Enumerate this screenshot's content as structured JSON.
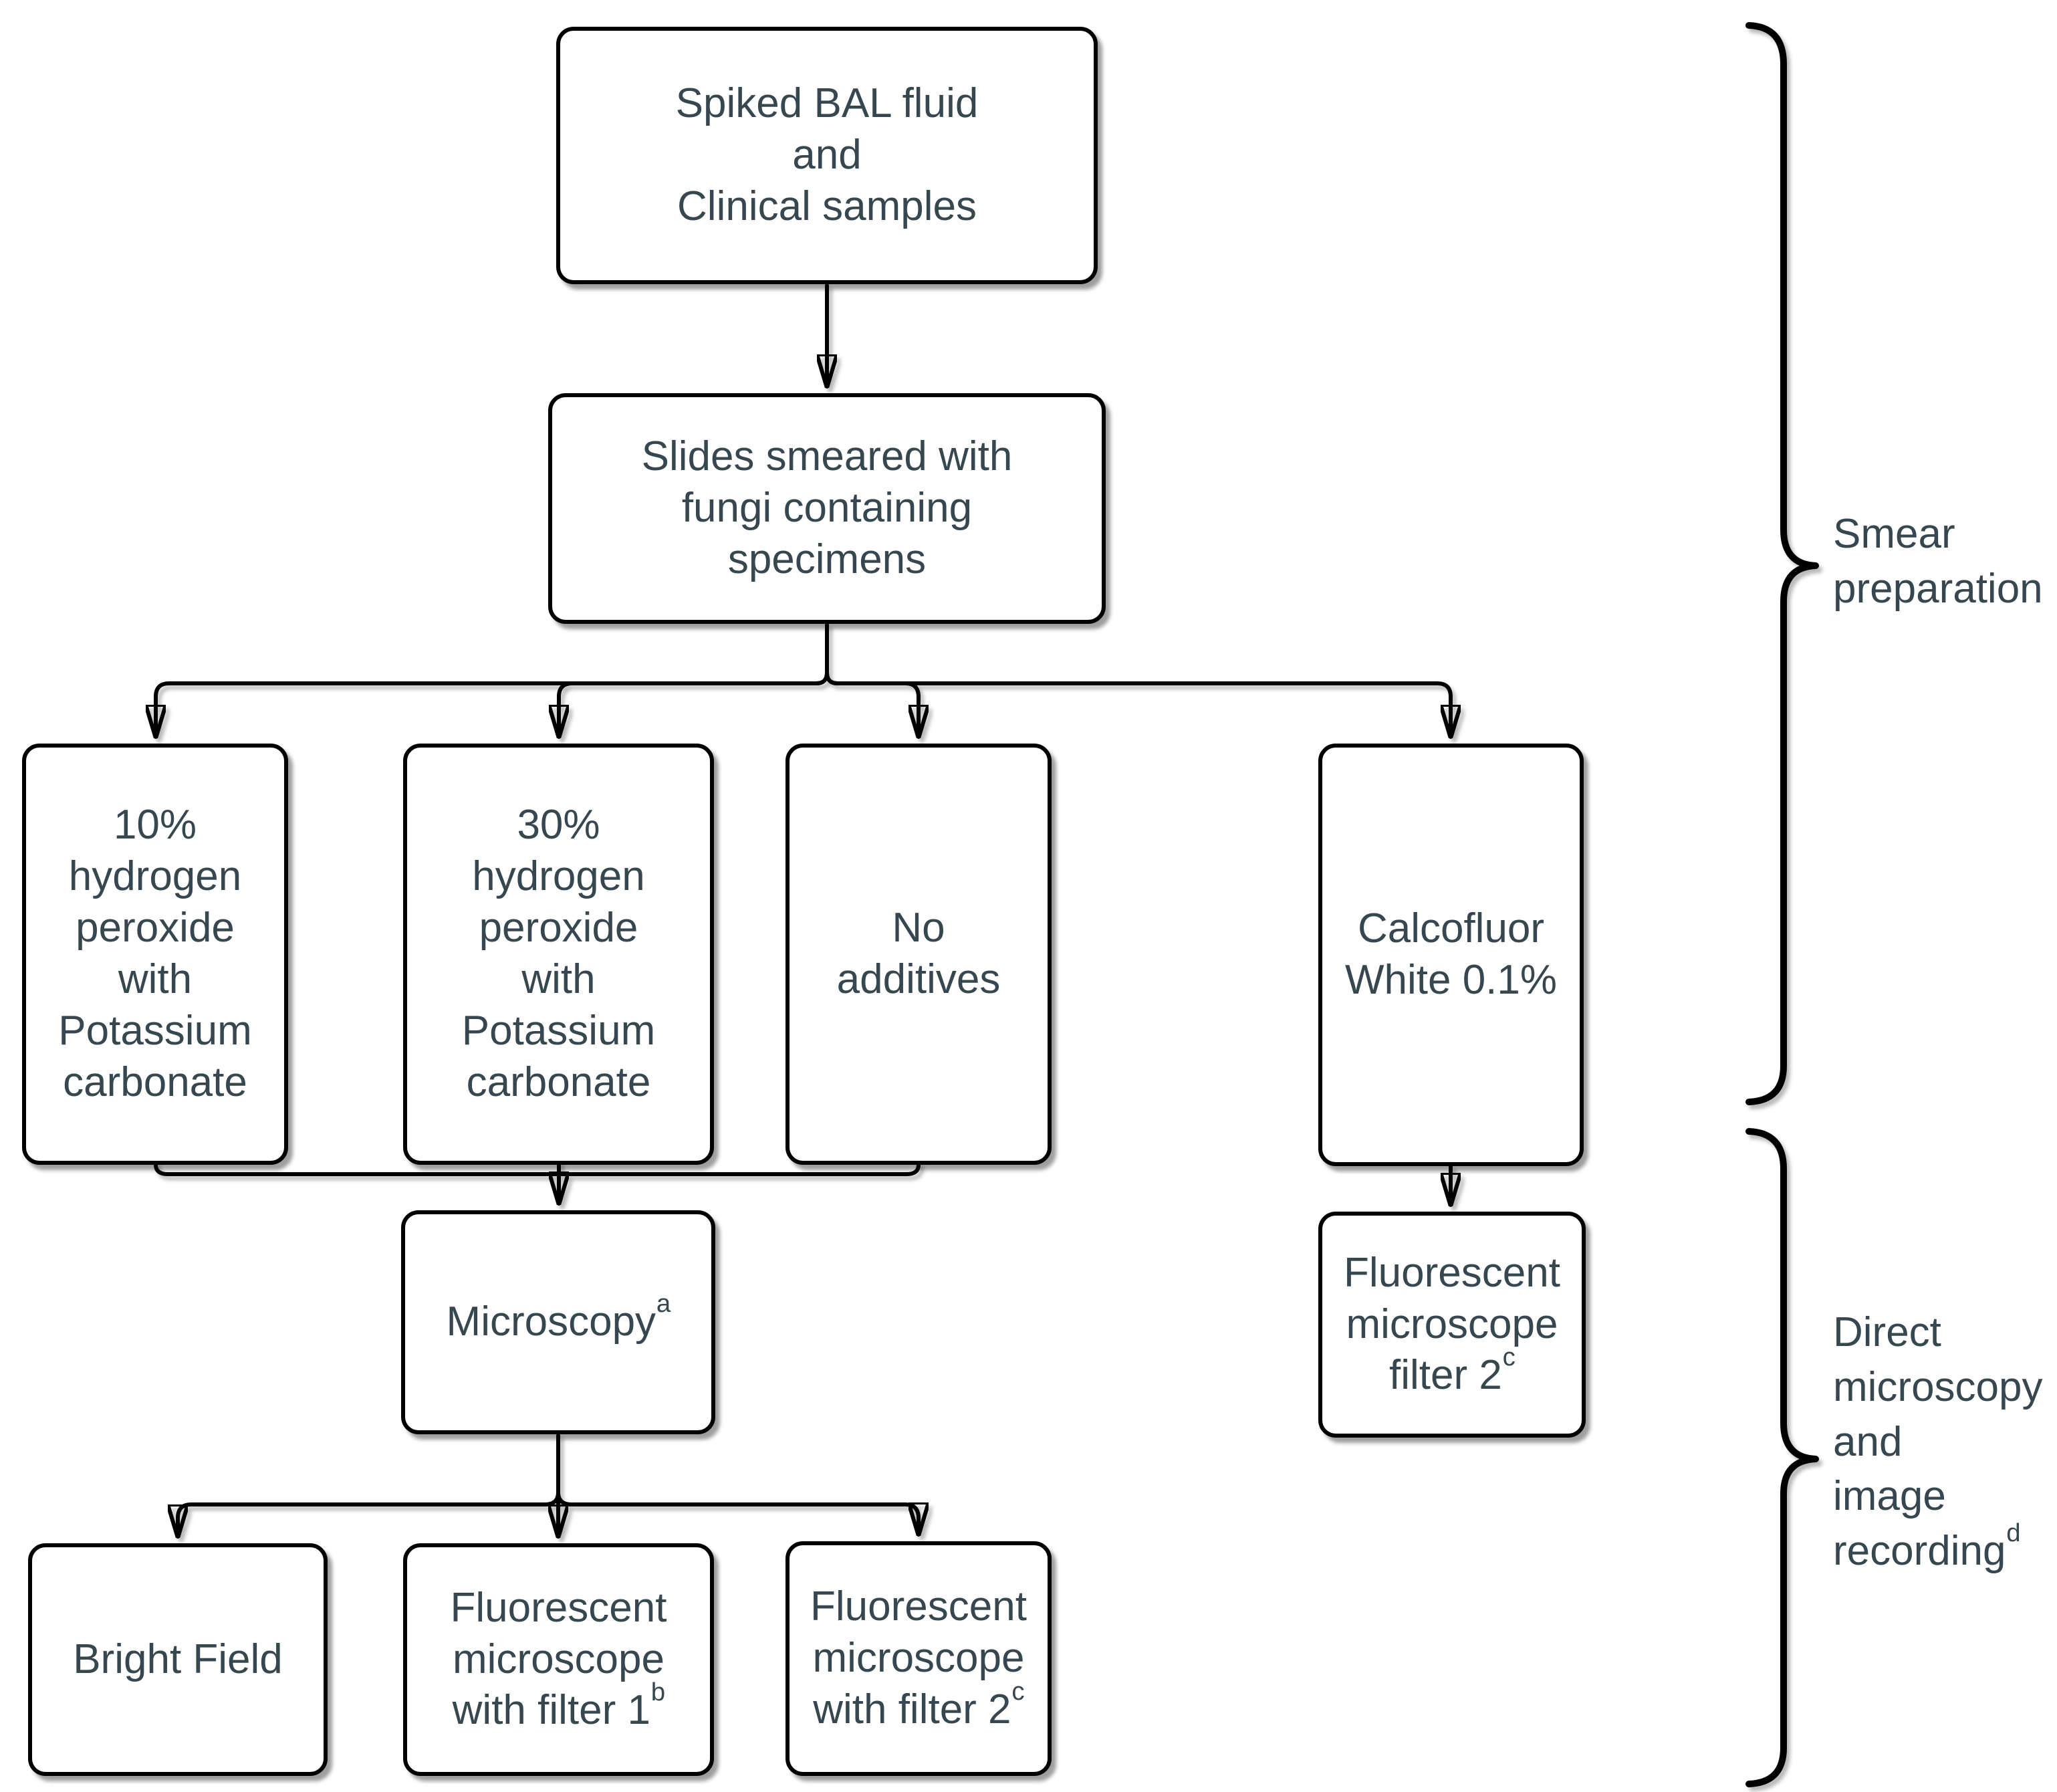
{
  "colors": {
    "text": "#37474f",
    "line": "#000000",
    "box_background": "#ffffff",
    "page_background": "#ffffff"
  },
  "nodes": {
    "spiked": {
      "label": "Spiked BAL fluid\nand\nClinical samples"
    },
    "slides": {
      "label": "Slides smeared with\nfungi containing\nspecimens"
    },
    "h2o2_10": {
      "label": "10%\nhydrogen\nperoxide\nwith\nPotassium\ncarbonate"
    },
    "h2o2_30": {
      "label": "30%\nhydrogen\nperoxide\nwith\nPotassium\ncarbonate"
    },
    "no_additives": {
      "label": "No\nadditives"
    },
    "calcofluor": {
      "label": "Calcofluor\nWhite 0.1%"
    },
    "microscopy": {
      "label": "Microscopy",
      "sup": "a"
    },
    "fluor_filter2_right": {
      "label": "Fluorescent\nmicroscope\nfilter 2",
      "sup": "c"
    },
    "bright_field": {
      "label": "Bright Field"
    },
    "fluor_filter1": {
      "label": "Fluorescent\nmicroscope\nwith filter 1",
      "sup": "b"
    },
    "fluor_filter2_bottom": {
      "label": "Fluorescent\nmicroscope\nwith filter 2",
      "sup": "c"
    }
  },
  "brace_labels": {
    "smear": {
      "label": "Smear\npreparation"
    },
    "direct": {
      "label": "Direct\nmicroscopy\nand\nimage\nrecording",
      "sup": "d"
    }
  }
}
